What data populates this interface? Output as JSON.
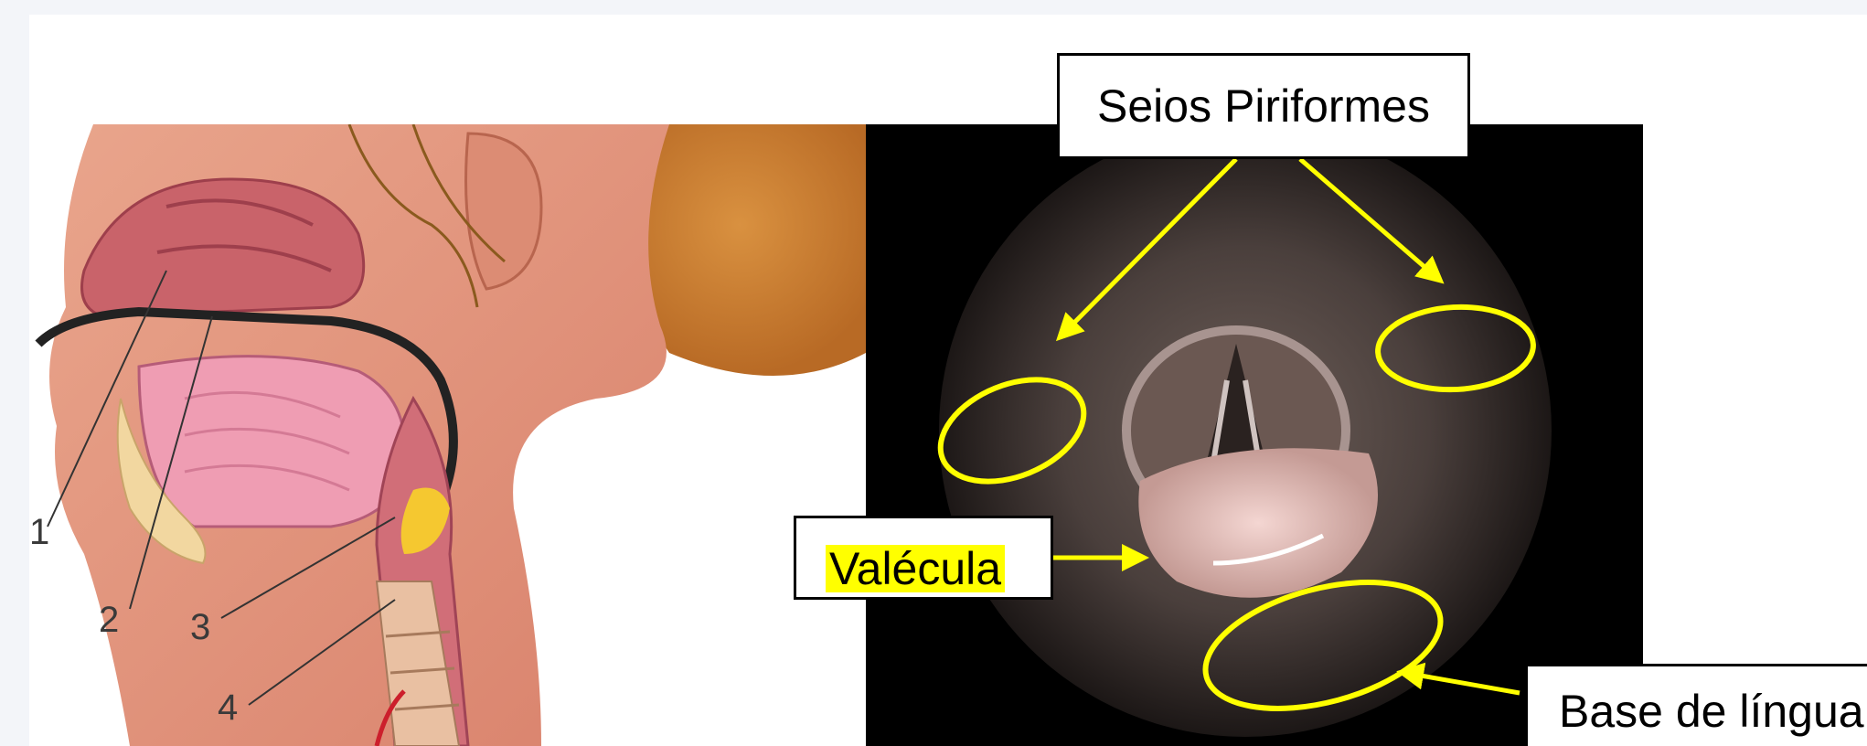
{
  "labels": {
    "seios_piriformes": "Seios Piriformes",
    "valecula": "Valécula",
    "base_de_lingua": "Base de língua"
  },
  "anatomy_numbers": [
    "1",
    "2",
    "3",
    "4"
  ],
  "colors": {
    "arrow_yellow": "#ffff00",
    "highlight_yellow": "#ffff00",
    "slide_background": "#ffffff",
    "outer_background": "#f3f5f9"
  }
}
